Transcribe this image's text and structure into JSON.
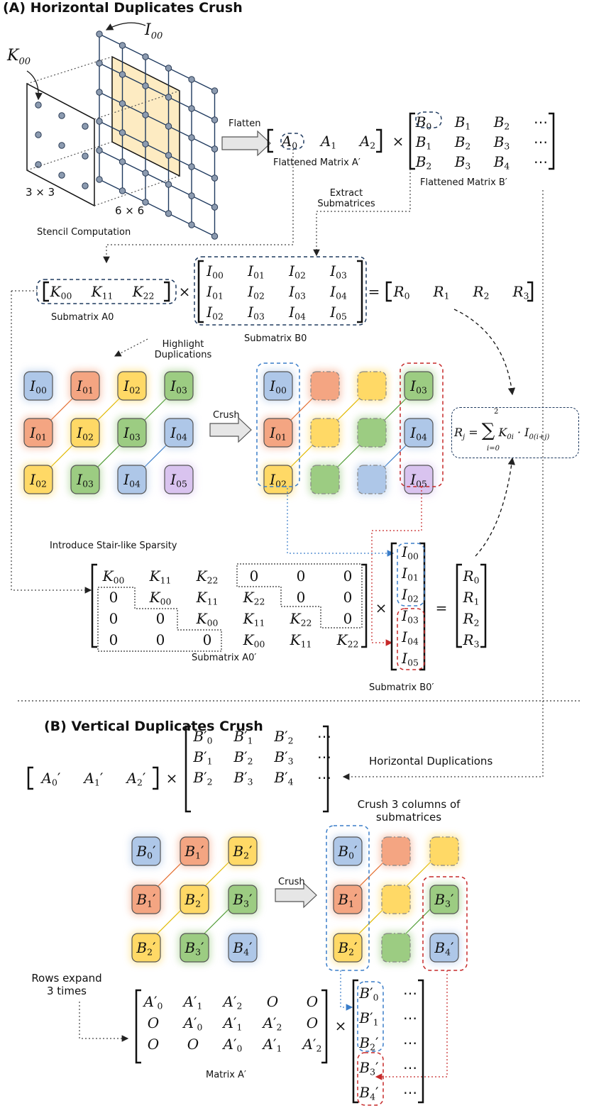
{
  "section_a": {
    "title": "(A) Horizontal Duplicates Crush"
  },
  "section_b": {
    "title": "(B) Vertical Duplicates Crush"
  },
  "labels": {
    "i00_callout": "I00",
    "k00_callout": "K00",
    "kernel_size": "3 × 3",
    "grid_size": "6 × 6",
    "stencil": "Stencil Computation",
    "flatten": "Flatten",
    "flattened_a": "Flattened Matrix A′",
    "flattened_b": "Flattened Matrix B′",
    "extract": "Extract\nSubmatrices",
    "submatrix_a0": "Submatrix A0",
    "submatrix_b0": "Submatrix B0",
    "highlight": "Highlight\nDuplications",
    "crush": "Crush",
    "stair": "Introduce Stair-like Sparsity",
    "submatrix_a0p": "Submatrix A0′",
    "submatrix_b0p": "Submatrix B0′",
    "horizontal_dup": "Horizontal Duplications",
    "crush_3": "Crush 3 columns of\nsubmatrices",
    "rows_expand": "Rows expand\n3 times",
    "matrix_a": "Matrix A′",
    "crush_b": "Crush"
  },
  "flatten_a_row": [
    "A0",
    "A1",
    "A2"
  ],
  "flatten_b_rows": [
    [
      "B0",
      "B1",
      "B2",
      "⋯"
    ],
    [
      "B1",
      "B2",
      "B3",
      "⋯"
    ],
    [
      "B2",
      "B3",
      "B4",
      "⋯"
    ]
  ],
  "a0_row": [
    "K00",
    "K11",
    "K22"
  ],
  "b0_rows": [
    [
      "I00",
      "I01",
      "I02",
      "I03"
    ],
    [
      "I01",
      "I02",
      "I03",
      "I04"
    ],
    [
      "I02",
      "I03",
      "I04",
      "I05"
    ]
  ],
  "r_row": [
    "R0",
    "R1",
    "R2",
    "R3"
  ],
  "formula": "Rj = Σ(i=0..2) K0i · I0(i+j)",
  "grid_left": [
    [
      "I00",
      "I01",
      "I02",
      "I03"
    ],
    [
      "I01",
      "I02",
      "I03",
      "I04"
    ],
    [
      "I02",
      "I03",
      "I04",
      "I05"
    ]
  ],
  "grid_right": [
    [
      "I00",
      "",
      "",
      "I03"
    ],
    [
      "I01",
      "",
      "",
      "I04"
    ],
    [
      "I02",
      "",
      "",
      "I05"
    ]
  ],
  "a0p_rows": [
    [
      "K00",
      "K11",
      "K22",
      "0",
      "0",
      "0"
    ],
    [
      "0",
      "K00",
      "K11",
      "K22",
      "0",
      "0"
    ],
    [
      "0",
      "0",
      "K00",
      "K11",
      "K22",
      "0"
    ],
    [
      "0",
      "0",
      "0",
      "K00",
      "K11",
      "K22"
    ]
  ],
  "b0p_col": [
    "I00",
    "I01",
    "I02",
    "I03",
    "I04",
    "I05"
  ],
  "r_col": [
    "R0",
    "R1",
    "R2",
    "R3"
  ],
  "b_a_row": [
    "A0′",
    "A1′",
    "A2′"
  ],
  "b_b_rows": [
    [
      "B′0",
      "B′1",
      "B′2",
      "⋯"
    ],
    [
      "B′1",
      "B′2",
      "B′3",
      "⋯"
    ],
    [
      "B′2",
      "B′3",
      "B′4",
      "⋯"
    ]
  ],
  "b_grid_left": [
    [
      "B0′",
      "B1′",
      "B2′"
    ],
    [
      "B1′",
      "B2′",
      "B3′"
    ],
    [
      "B2′",
      "B3′",
      "B4′"
    ]
  ],
  "b_grid_right": [
    [
      "B0′",
      "",
      ""
    ],
    [
      "B1′",
      "",
      "B3′"
    ],
    [
      "B2′",
      "",
      "B4′"
    ]
  ],
  "matrix_a_rows": [
    [
      "A′0",
      "A′1",
      "A′2",
      "O",
      "O"
    ],
    [
      "O",
      "A′0",
      "A′1",
      "A′2",
      "O"
    ],
    [
      "O",
      "O",
      "A′0",
      "A′1",
      "A′2"
    ]
  ],
  "matrix_b_col": [
    [
      "B′0",
      "⋯"
    ],
    [
      "B′1",
      "⋯"
    ],
    [
      "B2′",
      "⋯"
    ],
    [
      "B3′",
      "⋯"
    ],
    [
      "B4′",
      "⋯"
    ]
  ],
  "colors": {
    "blue": "#aec7e8",
    "orange": "#f4a582",
    "yellow": "#ffd966",
    "green": "#9ccc82",
    "purple": "#d9c3ef",
    "navy": "#1f3a5f",
    "dashBlue": "#3a7dc9",
    "dashRed": "#c62828",
    "panel": "#fdebc2"
  }
}
